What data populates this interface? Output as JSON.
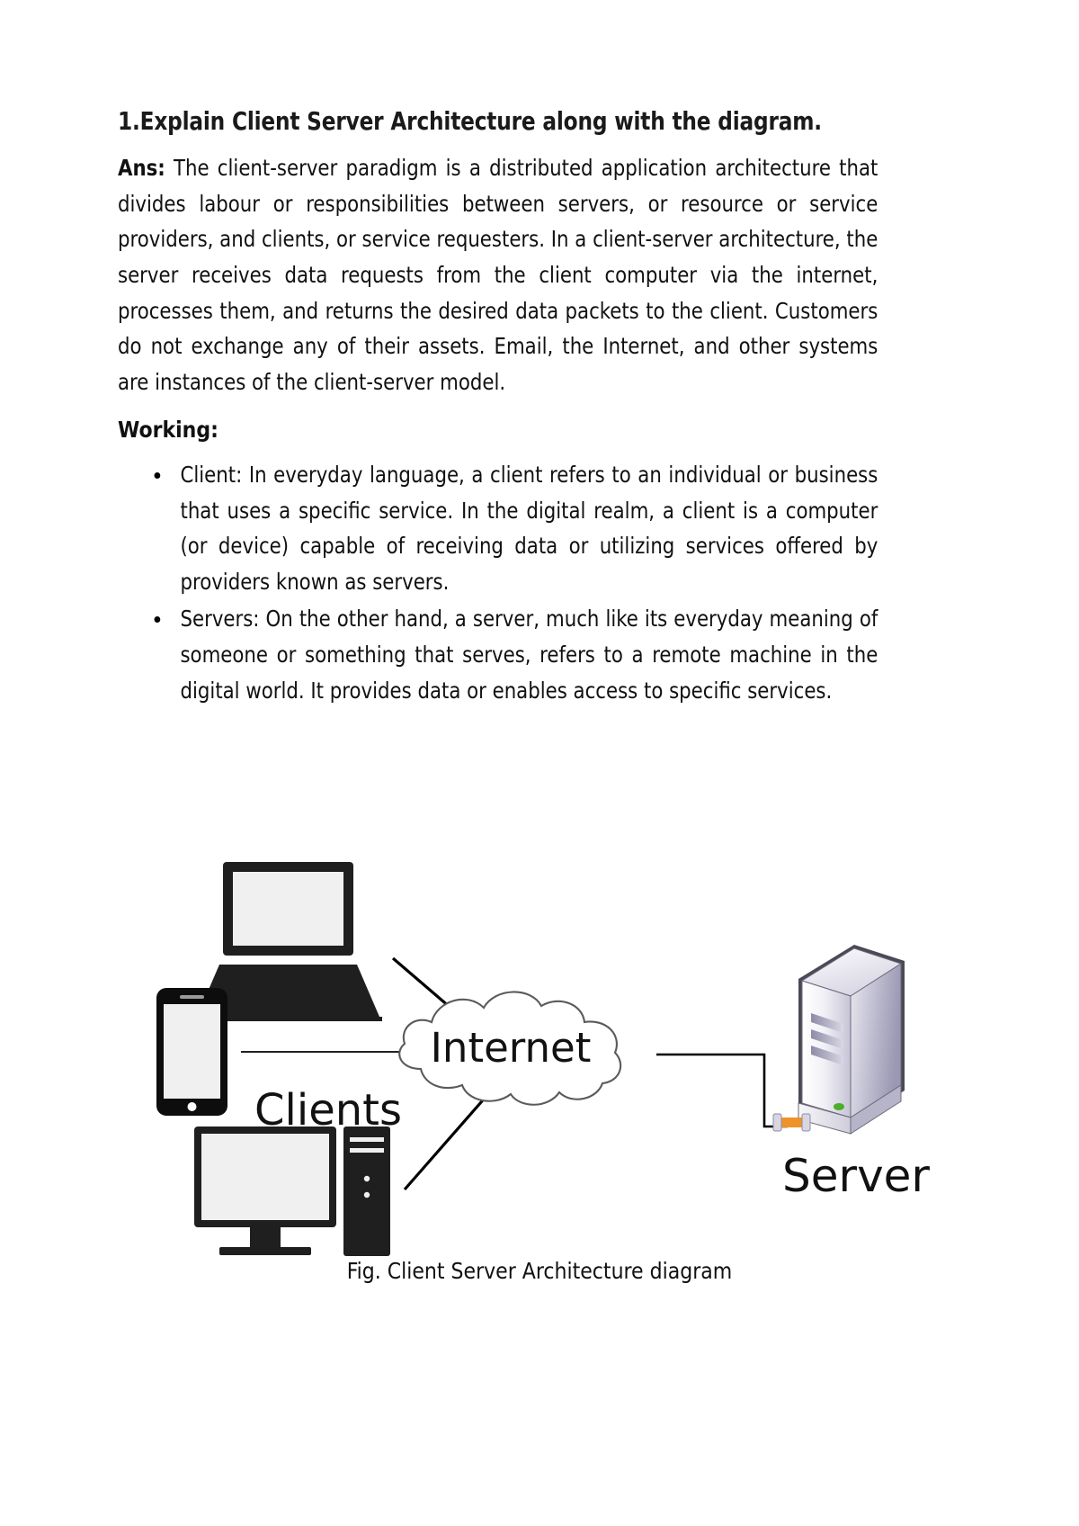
{
  "document": {
    "title": "1.Explain Client Server Architecture along with the diagram.",
    "answer_label": "Ans:",
    "answer_text": " The client-server paradigm is a distributed application architecture that divides labour or responsibilities between servers, or resource or service providers, and clients, or service requesters. In a client-server architecture, the server receives data requests from the client computer via the internet, processes them, and returns the desired data packets to the client. Customers do not exchange any of their assets. Email, the Internet, and other systems are instances of the client-server model.",
    "working_heading": "Working:",
    "bullets": [
      "Client: In everyday language, a client refers to an individual or business that uses a specific service. In the digital realm, a client is a computer (or device) capable of receiving data or utilizing services offered by providers known as servers.",
      "Servers: On the other hand, a server, much like its everyday meaning of someone or something that serves, refers to a remote machine in the digital world. It provides data or enables access to specific services."
    ],
    "figure_caption": "Fig. Client Server Architecture diagram"
  },
  "diagram": {
    "cloud_label": "Internet",
    "clients_label": "Clients",
    "server_label": "Server",
    "nodes": [
      {
        "name": "laptop",
        "type": "client-device"
      },
      {
        "name": "tablet",
        "type": "client-device"
      },
      {
        "name": "desktop",
        "type": "client-device"
      },
      {
        "name": "cloud",
        "type": "network"
      },
      {
        "name": "server-tower",
        "type": "server"
      }
    ],
    "colors": {
      "device_dark": "#1f1f1f",
      "screen_fill": "#f0f0f0",
      "cloud_stroke": "#5a5a5a",
      "line": "#000000",
      "server_light": "#ffffff",
      "server_mid": "#c9c8d6",
      "server_dark": "#8e8ca6",
      "server_edge": "#4a4a56",
      "led_green": "#4caf2a",
      "connector_orange": "#f0922b"
    }
  }
}
